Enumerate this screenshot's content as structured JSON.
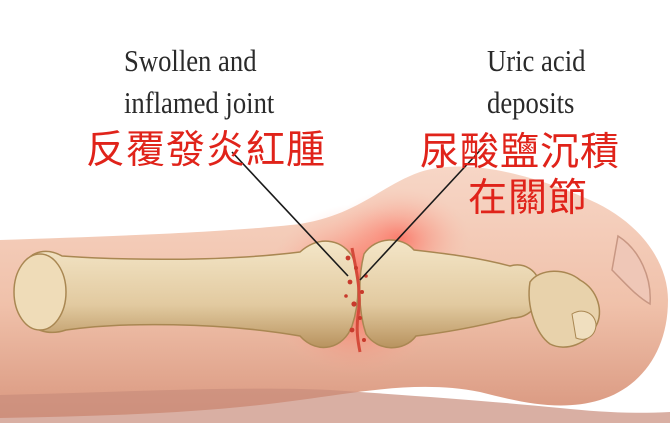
{
  "labels": {
    "left": {
      "en_line1": "Swollen and",
      "en_line2": "inflamed joint",
      "zh": "反覆發炎紅腫"
    },
    "right": {
      "en_line1": "Uric acid",
      "en_line2": "deposits",
      "zh_line1": "尿酸鹽沉積",
      "zh_line2": "在關節"
    }
  },
  "colors": {
    "skin": "#f2c8b2",
    "skin_shadow": "#d99a86",
    "bone": "#e8d6b4",
    "bone_shadow": "#b8935f",
    "inflammation": "#ef3a2d",
    "label_en": "#2a2a2a",
    "label_zh": "#e0231a"
  }
}
